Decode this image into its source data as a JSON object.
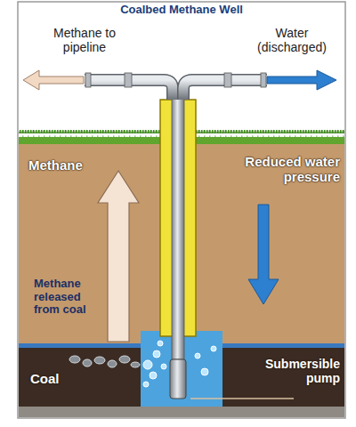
{
  "diagram": {
    "title": "Coalbed Methane Well",
    "labels": [
      "Methane to pipeline",
      "Water (discharged)",
      "Methane",
      "Reduced water pressure",
      "Methane released from coal",
      "Coal",
      "Submersible pump"
    ]
  }
}
